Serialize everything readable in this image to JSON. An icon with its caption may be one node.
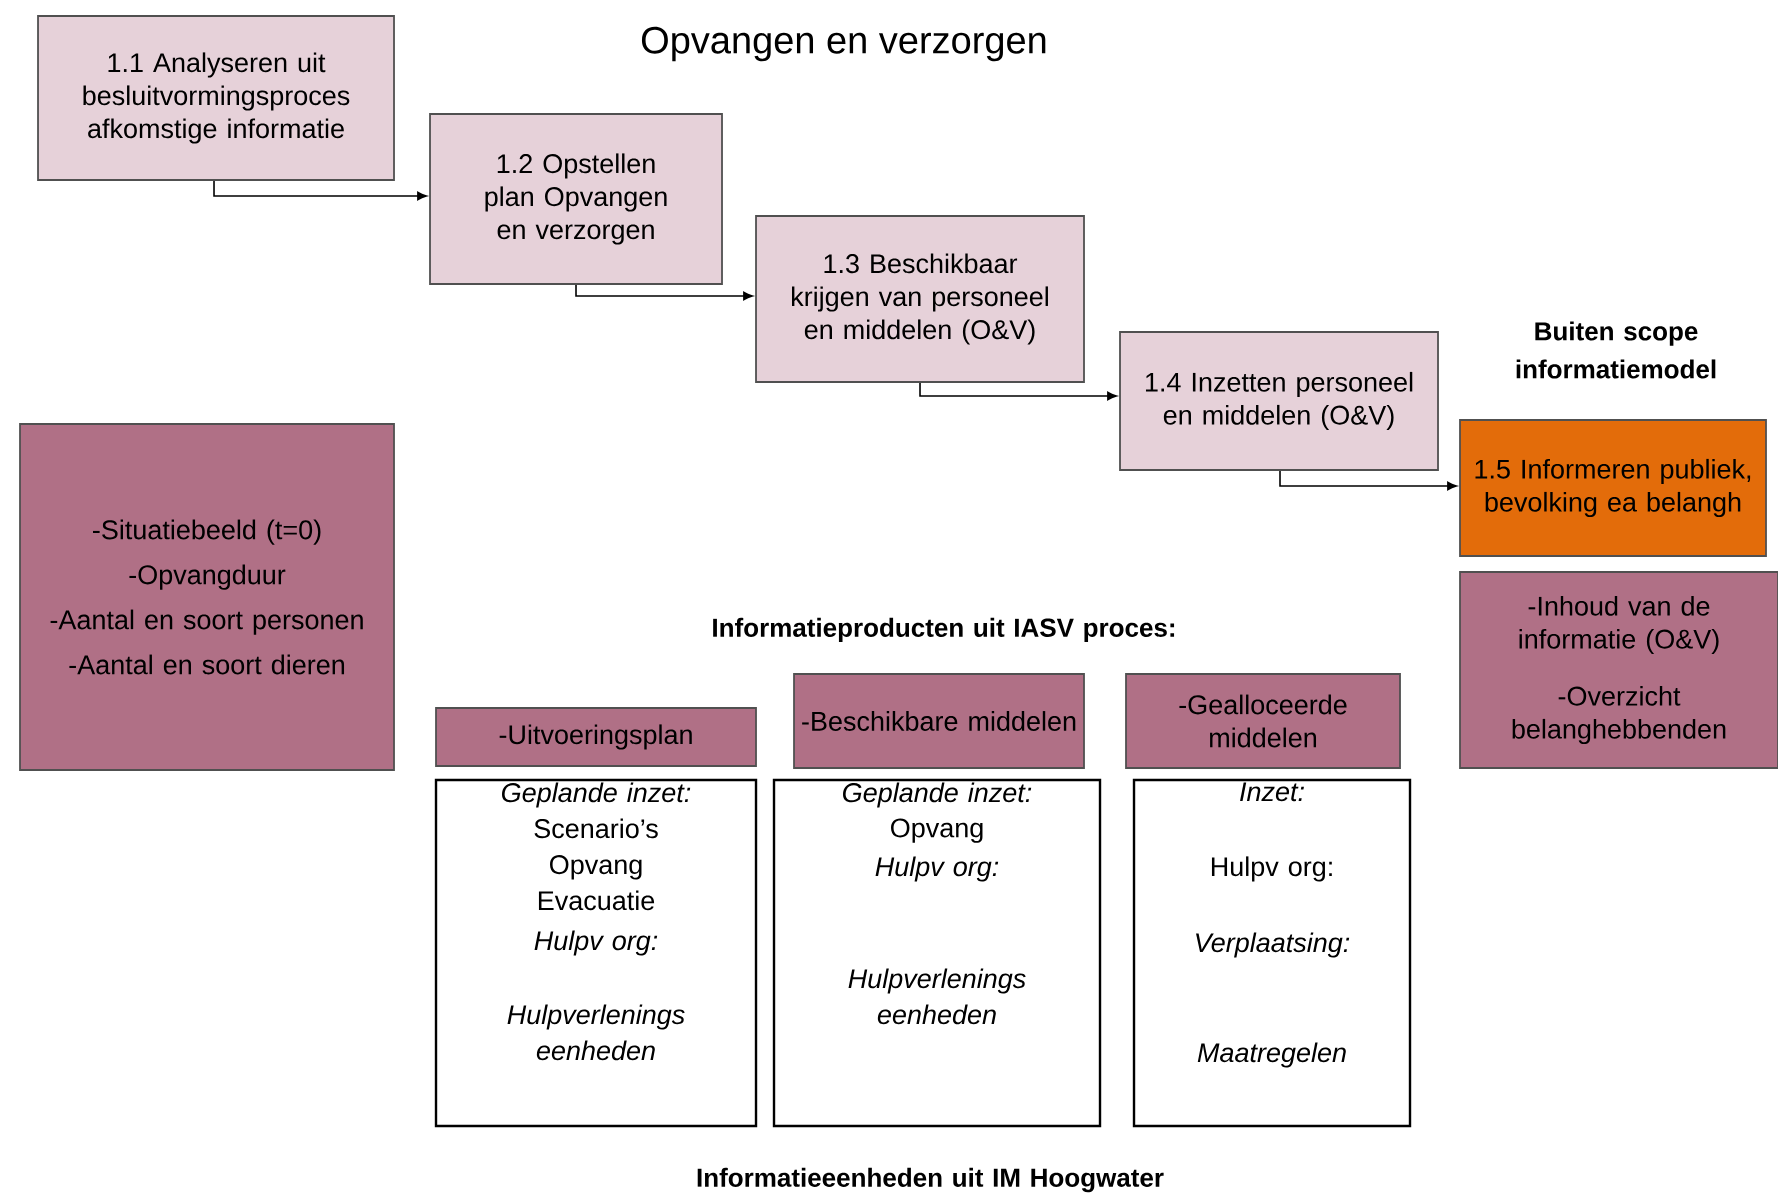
{
  "diagram": {
    "title": "Opvangen en verzorgen",
    "nodes": [
      {
        "text": [
          "1.1 Analyseren uit besluitvormingsproces afkomstige informatie"
        ]
      },
      {
        "text": [
          "1.2 Opstellen plan Opvangen en verzorgen"
        ]
      },
      {
        "text": [
          "1.3 Beschikbaar krijgen van personeel en middelen (O&V)"
        ]
      },
      {
        "text": [
          "1.4 Inzetten personeel en middelen (O&V)"
        ]
      },
      {
        "text": [
          "1.5 Informeren publiek, bevolking ea belangh"
        ]
      },
      {
        "text": [
          "-Inhoud van de informatie (O&V)",
          "-Overzicht belanghebbenden"
        ]
      },
      {
        "text": [
          "-Situatiebeeld (t=0)",
          "-Opvangduur",
          "-Aantal en soort personen",
          "-Aantal en soort dieren"
        ]
      },
      {
        "text": [
          "-Uitvoeringsplan"
        ]
      },
      {
        "text": [
          "-Beschikbare middelen"
        ]
      },
      {
        "text": [
          "-Gealloceerde middelen"
        ]
      },
      {
        "text": [
          "Geplande inzet:",
          "Scenario’s Opvang Evacuatie",
          "Hulpv org:",
          "Hulpverlenings eenheden"
        ]
      },
      {
        "text": [
          "Geplande inzet:",
          "Opvang",
          "Hulpv org:",
          "Hulpverlenings eenheden"
        ]
      },
      {
        "text": [
          "Inzet:",
          "Hulpv org:",
          "Verplaatsing:",
          "Maatregelen"
        ]
      }
    ],
    "edges": [
      {
        "from": 0,
        "to": 1,
        "arrow": "to"
      },
      {
        "from": 1,
        "to": 2,
        "arrow": "to"
      },
      {
        "from": 2,
        "to": 3,
        "arrow": "to"
      },
      {
        "from": 3,
        "to": 4,
        "arrow": "to"
      }
    ],
    "labels": [
      "Buiten scope informatiemodel",
      "Informatieproducten uit IASV proces:",
      "Informatieeenheden uit IM Hoogwater"
    ]
  }
}
